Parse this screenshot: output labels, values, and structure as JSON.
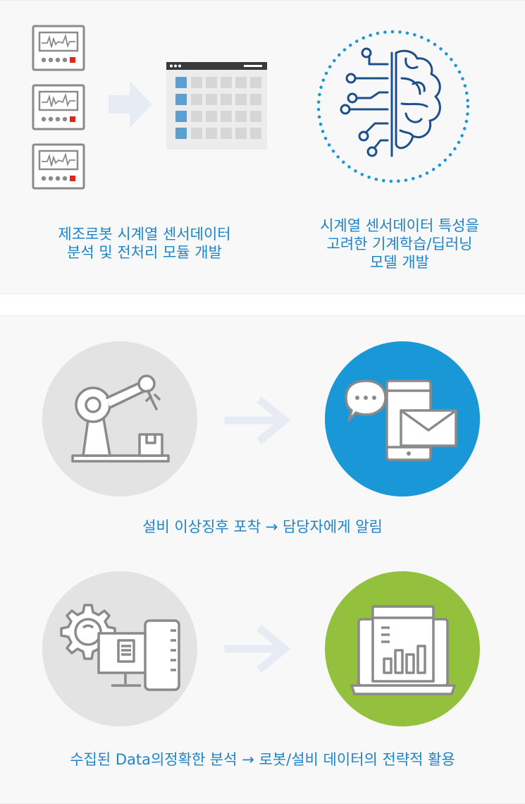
{
  "top_section": {
    "caption_left": {
      "line1": "제조로봇 시계열 센서데이터",
      "line2": "분석 및 전처리 모듈 개발"
    },
    "caption_right": {
      "line1": "시계열 센서데이터 특성을",
      "line2": "고려한 기계학습/딥러닝",
      "line3": "모델 개발"
    }
  },
  "bottom_section": {
    "row1_caption": "설비 이상징후 포착 → 담당자에게 알림",
    "row2_caption": "수집된 Data의정확한 분석  → 로봇/설비 데이터의 전략적 활용"
  },
  "icons": {
    "sensor_monitors": "monitor-waveform-icon",
    "data_table": "data-table-icon",
    "ai_brain": "brain-circuit-icon",
    "robot_arm": "robot-arm-icon",
    "notification": "phone-message-icon",
    "analysis": "gear-computer-icon",
    "strategy": "laptop-chart-icon"
  },
  "colors": {
    "caption_blue": "#1e84c8",
    "icon_navy": "#1c4f8c",
    "circle_blue": "#1a97d6",
    "circle_green": "#93c13e",
    "circle_gray": "#e3e3e3",
    "alert_red": "#e8231d",
    "arrow_light": "#e6ebf4"
  }
}
